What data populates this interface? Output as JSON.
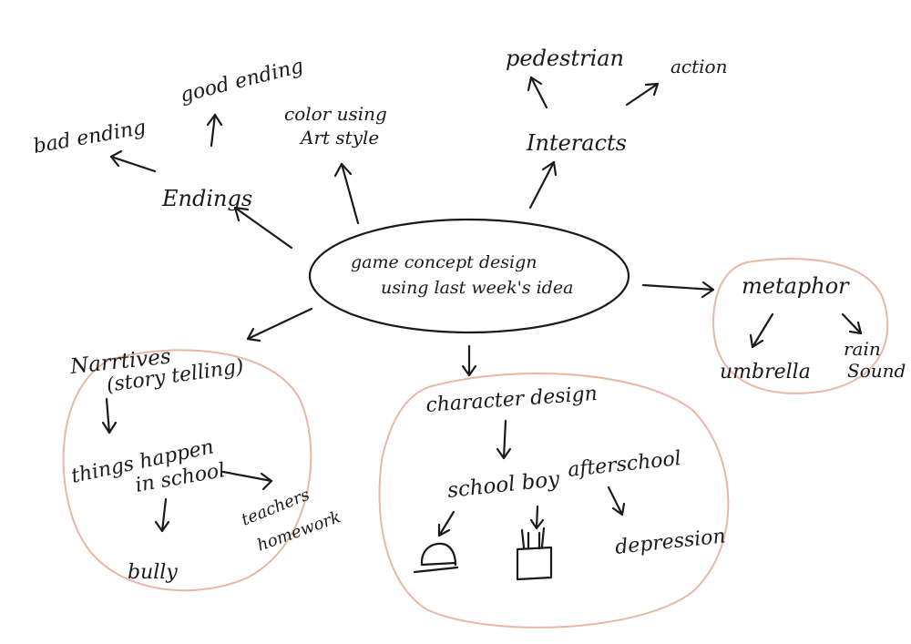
{
  "center": {
    "line1": "game concept design",
    "line2": "using last week's idea"
  },
  "endings": {
    "label": "Endings",
    "bad": "bad ending",
    "good": "good ending"
  },
  "art": {
    "line1": "color using",
    "line2": "Art style"
  },
  "interacts": {
    "label": "Interacts",
    "pedestrian": "pedestrian",
    "action": "action"
  },
  "metaphor": {
    "label": "metaphor",
    "umbrella": "umbrella",
    "rain_line1": "rain",
    "rain_line2": "Sound"
  },
  "narratives": {
    "line1": "Narrtives",
    "line2": "(story telling)",
    "school_line1": "things happen",
    "school_line2": "in school",
    "teachers_line1": "teachers",
    "teachers_line2": "homework",
    "bully": "bully"
  },
  "character": {
    "label": "character design",
    "schoolboy": "school boy",
    "afterschool": "afterschool",
    "depression": "depression"
  }
}
